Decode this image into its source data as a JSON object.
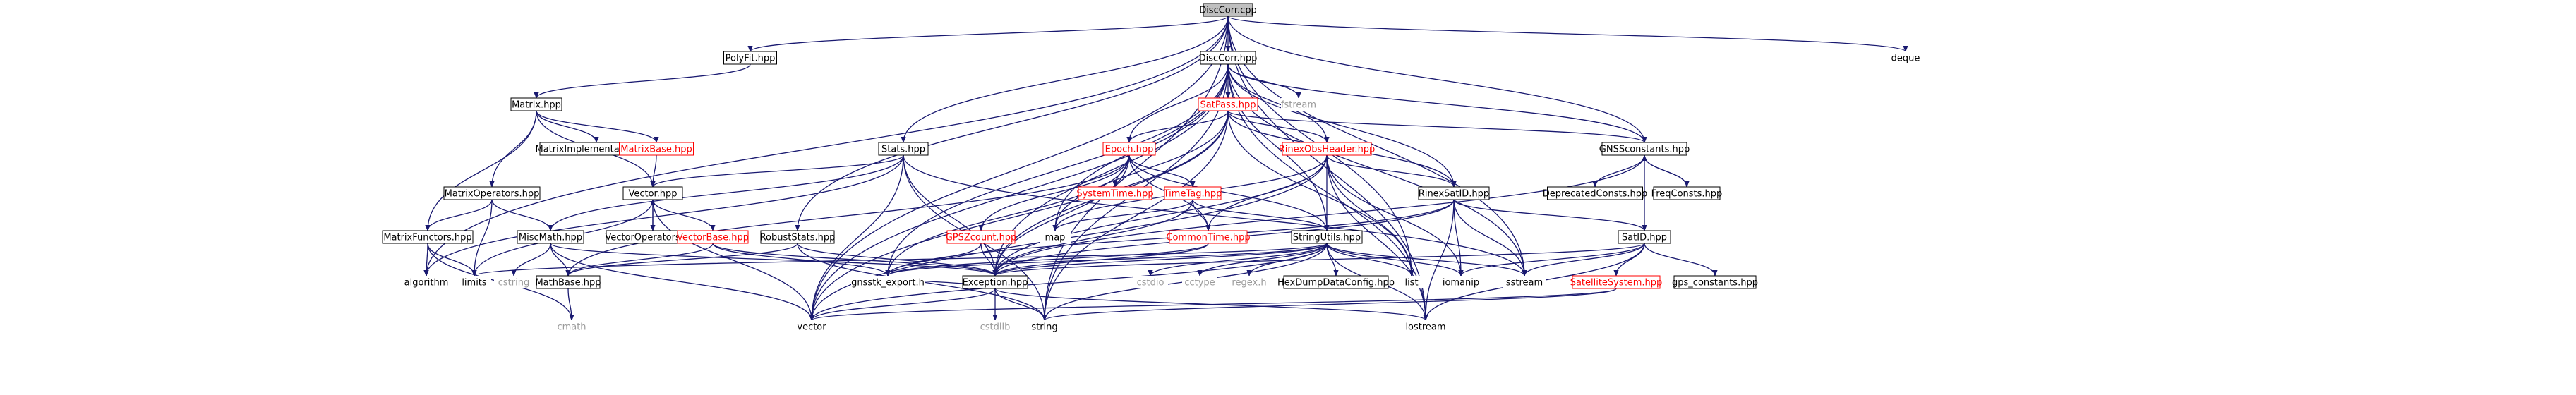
{
  "graph": {
    "nodes": [
      {
        "id": "disccorr_cpp",
        "label": "DiscCorr.cpp",
        "style": "root",
        "name": "node-disccorr-cpp"
      },
      {
        "id": "polyfit",
        "label": "PolyFit.hpp",
        "style": "normal",
        "name": "node-polyfit-hpp"
      },
      {
        "id": "disccorr_hpp",
        "label": "DiscCorr.hpp",
        "style": "normal",
        "name": "node-disccorr-hpp"
      },
      {
        "id": "deque",
        "label": "deque",
        "style": "ext",
        "name": "node-deque"
      },
      {
        "id": "matrix",
        "label": "Matrix.hpp",
        "style": "normal",
        "name": "node-matrix-hpp"
      },
      {
        "id": "satpass",
        "label": "SatPass.hpp",
        "style": "red",
        "name": "node-satpass-hpp"
      },
      {
        "id": "fstream",
        "label": "fstream",
        "style": "muted",
        "name": "node-fstream"
      },
      {
        "id": "matriximpl",
        "label": "MatrixImplementation.hpp",
        "style": "normal",
        "name": "node-matriximplementation-hpp"
      },
      {
        "id": "matrixbase",
        "label": "MatrixBase.hpp",
        "style": "red",
        "name": "node-matrixbase-hpp"
      },
      {
        "id": "stats",
        "label": "Stats.hpp",
        "style": "normal",
        "name": "node-stats-hpp"
      },
      {
        "id": "epoch",
        "label": "Epoch.hpp",
        "style": "red",
        "name": "node-epoch-hpp"
      },
      {
        "id": "rinexobsheader",
        "label": "RinexObsHeader.hpp",
        "style": "red",
        "name": "node-rinexobsheader-hpp"
      },
      {
        "id": "gnssconstants",
        "label": "GNSSconstants.hpp",
        "style": "normal",
        "name": "node-gnssconstants-hpp"
      },
      {
        "id": "matrixoperators",
        "label": "MatrixOperators.hpp",
        "style": "normal",
        "name": "node-matrixoperators-hpp"
      },
      {
        "id": "vector_hpp",
        "label": "Vector.hpp",
        "style": "normal",
        "name": "node-vector-hpp"
      },
      {
        "id": "systemtime",
        "label": "SystemTime.hpp",
        "style": "red",
        "name": "node-systemtime-hpp"
      },
      {
        "id": "timetag",
        "label": "TimeTag.hpp",
        "style": "red",
        "name": "node-timetag-hpp"
      },
      {
        "id": "rinexsatid",
        "label": "RinexSatID.hpp",
        "style": "normal",
        "name": "node-rinexsatid-hpp"
      },
      {
        "id": "deprecatedconsts",
        "label": "DeprecatedConsts.hpp",
        "style": "normal",
        "name": "node-deprecatedconsts-hpp"
      },
      {
        "id": "freqconsts",
        "label": "FreqConsts.hpp",
        "style": "normal",
        "name": "node-freqconsts-hpp"
      },
      {
        "id": "vectoroperators",
        "label": "VectorOperators.hpp",
        "style": "normal",
        "name": "node-vectoroperators-hpp"
      },
      {
        "id": "matrixfunctors",
        "label": "MatrixFunctors.hpp",
        "style": "normal",
        "name": "node-matrixfunctors-hpp"
      },
      {
        "id": "miscmath",
        "label": "MiscMath.hpp",
        "style": "normal",
        "name": "node-miscmath-hpp"
      },
      {
        "id": "vectorbase",
        "label": "VectorBase.hpp",
        "style": "red",
        "name": "node-vectorbase-hpp"
      },
      {
        "id": "robuststats",
        "label": "RobustStats.hpp",
        "style": "normal",
        "name": "node-robuststats-hpp"
      },
      {
        "id": "gpszcount",
        "label": "GPSZcount.hpp",
        "style": "red",
        "name": "node-gpszcount-hpp"
      },
      {
        "id": "map",
        "label": "map",
        "style": "ext",
        "name": "node-map"
      },
      {
        "id": "commontime",
        "label": "CommonTime.hpp",
        "style": "red",
        "name": "node-commontime-hpp"
      },
      {
        "id": "stringutils",
        "label": "StringUtils.hpp",
        "style": "normal",
        "name": "node-stringutils-hpp"
      },
      {
        "id": "satid",
        "label": "SatID.hpp",
        "style": "normal",
        "name": "node-satid-hpp"
      },
      {
        "id": "algorithm",
        "label": "algorithm",
        "style": "ext",
        "name": "node-algorithm"
      },
      {
        "id": "limits",
        "label": "limits",
        "style": "ext",
        "name": "node-limits"
      },
      {
        "id": "cstring",
        "label": "cstring",
        "style": "muted",
        "name": "node-cstring"
      },
      {
        "id": "mathbase",
        "label": "MathBase.hpp",
        "style": "normal",
        "name": "node-mathbase-hpp"
      },
      {
        "id": "gnsstk_export",
        "label": "gnsstk_export.h",
        "style": "ext",
        "name": "node-gnsstk-export-h"
      },
      {
        "id": "exception",
        "label": "Exception.hpp",
        "style": "normal",
        "name": "node-exception-hpp"
      },
      {
        "id": "cstdio",
        "label": "cstdio",
        "style": "muted",
        "name": "node-cstdio"
      },
      {
        "id": "cctype",
        "label": "cctype",
        "style": "muted",
        "name": "node-cctype"
      },
      {
        "id": "regex",
        "label": "regex.h",
        "style": "muted",
        "name": "node-regex-h"
      },
      {
        "id": "hexdump",
        "label": "HexDumpDataConfig.hpp",
        "style": "normal",
        "name": "node-hexdumpdataconfig-hpp"
      },
      {
        "id": "list",
        "label": "list",
        "style": "ext",
        "name": "node-list"
      },
      {
        "id": "iomanip",
        "label": "iomanip",
        "style": "ext",
        "name": "node-iomanip"
      },
      {
        "id": "sstream",
        "label": "sstream",
        "style": "ext",
        "name": "node-sstream"
      },
      {
        "id": "satellitesystem",
        "label": "SatelliteSystem.hpp",
        "style": "red",
        "name": "node-satellitesystem-hpp"
      },
      {
        "id": "gps_constants",
        "label": "gps_constants.hpp",
        "style": "normal",
        "name": "node-gps-constants-hpp"
      },
      {
        "id": "cmath",
        "label": "cmath",
        "style": "muted",
        "name": "node-cmath"
      },
      {
        "id": "vector",
        "label": "vector",
        "style": "ext",
        "name": "node-vector"
      },
      {
        "id": "cstdlib",
        "label": "cstdlib",
        "style": "muted",
        "name": "node-cstdlib"
      },
      {
        "id": "string",
        "label": "string",
        "style": "ext",
        "name": "node-string"
      },
      {
        "id": "iostream",
        "label": "iostream",
        "style": "ext",
        "name": "node-iostream"
      }
    ],
    "edges": [
      [
        "disccorr_cpp",
        "polyfit"
      ],
      [
        "disccorr_cpp",
        "disccorr_hpp"
      ],
      [
        "disccorr_cpp",
        "deque"
      ],
      [
        "disccorr_cpp",
        "stats"
      ],
      [
        "disccorr_cpp",
        "robuststats"
      ],
      [
        "disccorr_cpp",
        "gnssconstants"
      ],
      [
        "disccorr_cpp",
        "algorithm"
      ],
      [
        "disccorr_cpp",
        "vector"
      ],
      [
        "disccorr_cpp",
        "string"
      ],
      [
        "disccorr_cpp",
        "iostream"
      ],
      [
        "disccorr_cpp",
        "sstream"
      ],
      [
        "disccorr_cpp",
        "list"
      ],
      [
        "polyfit",
        "matrix"
      ],
      [
        "matrix",
        "matriximpl"
      ],
      [
        "matrix",
        "matrixbase"
      ],
      [
        "matrix",
        "matrixoperators"
      ],
      [
        "matrix",
        "vector_hpp"
      ],
      [
        "matrix",
        "matrixfunctors"
      ],
      [
        "matrixbase",
        "vector_hpp"
      ],
      [
        "matrixoperators",
        "matrixfunctors"
      ],
      [
        "matrixoperators",
        "miscmath"
      ],
      [
        "matrixoperators",
        "limits"
      ],
      [
        "matrixfunctors",
        "algorithm"
      ],
      [
        "matrixfunctors",
        "limits"
      ],
      [
        "matrixfunctors",
        "cmath"
      ],
      [
        "vector_hpp",
        "vectoroperators"
      ],
      [
        "vectoroperators",
        "vector_hpp"
      ],
      [
        "vector_hpp",
        "vectorbase"
      ],
      [
        "vector_hpp",
        "limits"
      ],
      [
        "vector_hpp",
        "vector"
      ],
      [
        "stats",
        "vector_hpp"
      ],
      [
        "stats",
        "miscmath"
      ],
      [
        "stats",
        "exception"
      ],
      [
        "stats",
        "algorithm"
      ],
      [
        "stats",
        "vector"
      ],
      [
        "stats",
        "string"
      ],
      [
        "stats",
        "sstream"
      ],
      [
        "miscmath",
        "mathbase"
      ],
      [
        "miscmath",
        "cstring"
      ],
      [
        "miscmath",
        "vector"
      ],
      [
        "miscmath",
        "exception"
      ],
      [
        "vectorbase",
        "mathbase"
      ],
      [
        "vectorbase",
        "exception"
      ],
      [
        "vectorbase",
        "gnsstk_export"
      ],
      [
        "mathbase",
        "cmath"
      ],
      [
        "robuststats",
        "exception"
      ],
      [
        "robuststats",
        "mathbase"
      ],
      [
        "robuststats",
        "string"
      ],
      [
        "disccorr_hpp",
        "satpass"
      ],
      [
        "disccorr_hpp",
        "fstream"
      ],
      [
        "disccorr_hpp",
        "epoch"
      ],
      [
        "disccorr_hpp",
        "rinexobsheader"
      ],
      [
        "disccorr_hpp",
        "rinexsatid"
      ],
      [
        "disccorr_hpp",
        "gnssconstants"
      ],
      [
        "disccorr_hpp",
        "exception"
      ],
      [
        "disccorr_hpp",
        "stringutils"
      ],
      [
        "disccorr_hpp",
        "vector"
      ],
      [
        "disccorr_hpp",
        "string"
      ],
      [
        "disccorr_hpp",
        "map"
      ],
      [
        "disccorr_hpp",
        "gnsstk_export"
      ],
      [
        "disccorr_hpp",
        "iostream"
      ],
      [
        "disccorr_hpp",
        "sstream"
      ],
      [
        "satpass",
        "epoch"
      ],
      [
        "satpass",
        "rinexobsheader"
      ],
      [
        "satpass",
        "rinexsatid"
      ],
      [
        "satpass",
        "gnssconstants"
      ],
      [
        "satpass",
        "exception"
      ],
      [
        "satpass",
        "map"
      ],
      [
        "satpass",
        "vector"
      ],
      [
        "satpass",
        "string"
      ],
      [
        "satpass",
        "list"
      ],
      [
        "epoch",
        "systemtime"
      ],
      [
        "epoch",
        "timetag"
      ],
      [
        "epoch",
        "gpszcount"
      ],
      [
        "epoch",
        "commontime"
      ],
      [
        "epoch",
        "exception"
      ],
      [
        "epoch",
        "mathbase"
      ],
      [
        "epoch",
        "stringutils"
      ],
      [
        "epoch",
        "gnsstk_export"
      ],
      [
        "timetag",
        "commontime"
      ],
      [
        "timetag",
        "map"
      ],
      [
        "timetag",
        "stringutils"
      ],
      [
        "timetag",
        "exception"
      ],
      [
        "gpszcount",
        "exception"
      ],
      [
        "gpszcount",
        "gnsstk_export"
      ],
      [
        "commontime",
        "exception"
      ],
      [
        "commontime",
        "gnsstk_export"
      ],
      [
        "rinexobsheader",
        "rinexsatid"
      ],
      [
        "rinexobsheader",
        "map"
      ],
      [
        "rinexobsheader",
        "commontime"
      ],
      [
        "rinexobsheader",
        "exception"
      ],
      [
        "rinexobsheader",
        "list"
      ],
      [
        "rinexobsheader",
        "iomanip"
      ],
      [
        "rinexobsheader",
        "vector"
      ],
      [
        "rinexobsheader",
        "iostream"
      ],
      [
        "rinexobsheader",
        "stringutils"
      ],
      [
        "rinexsatid",
        "satid"
      ],
      [
        "rinexsatid",
        "exception"
      ],
      [
        "rinexsatid",
        "iomanip"
      ],
      [
        "rinexsatid",
        "sstream"
      ],
      [
        "rinexsatid",
        "iostream"
      ],
      [
        "rinexsatid",
        "gnsstk_export"
      ],
      [
        "gnssconstants",
        "deprecatedconsts"
      ],
      [
        "gnssconstants",
        "freqconsts"
      ],
      [
        "gnssconstants",
        "satid"
      ],
      [
        "gnssconstants",
        "exception"
      ],
      [
        "freqconsts",
        "gnssconstants"
      ],
      [
        "satid",
        "satellitesystem"
      ],
      [
        "satid",
        "gps_constants"
      ],
      [
        "satid",
        "sstream"
      ],
      [
        "satid",
        "iomanip"
      ],
      [
        "satid",
        "iostream"
      ],
      [
        "satid",
        "exception"
      ],
      [
        "satellitesystem",
        "string"
      ],
      [
        "satellitesystem",
        "vector"
      ],
      [
        "stringutils",
        "exception"
      ],
      [
        "stringutils",
        "cstdio"
      ],
      [
        "stringutils",
        "cctype"
      ],
      [
        "stringutils",
        "regex"
      ],
      [
        "stringutils",
        "hexdump"
      ],
      [
        "stringutils",
        "list"
      ],
      [
        "stringutils",
        "iomanip"
      ],
      [
        "stringutils",
        "sstream"
      ],
      [
        "stringutils",
        "limits"
      ],
      [
        "stringutils",
        "gnsstk_export"
      ],
      [
        "stringutils",
        "string"
      ],
      [
        "stringutils",
        "vector"
      ],
      [
        "stringutils",
        "iostream"
      ],
      [
        "exception",
        "cstdlib"
      ],
      [
        "exception",
        "string"
      ],
      [
        "exception",
        "vector"
      ],
      [
        "exception",
        "iostream"
      ],
      [
        "exception",
        "gnsstk_export"
      ]
    ]
  }
}
